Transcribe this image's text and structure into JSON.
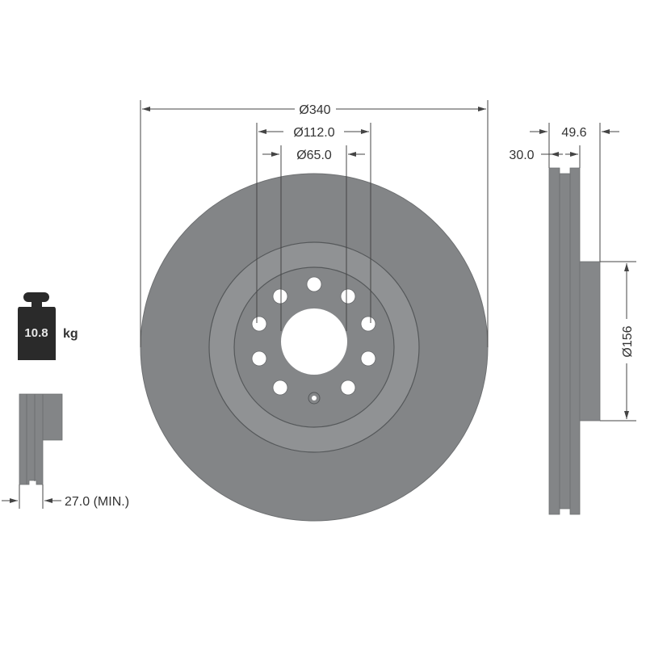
{
  "drawing": {
    "title": "Brake disc technical drawing",
    "colors": {
      "disc": "#838587",
      "hat_ring": "#909294",
      "hub": "#848688",
      "outline": "#55585a",
      "dimension_line": "#444444",
      "weight_icon": "#2a2a2a",
      "background": "#ffffff"
    },
    "dimensions": {
      "outer_diameter": "Ø340",
      "pcd": "Ø112.0",
      "center_bore": "Ø65.0",
      "hat_diameter": "Ø156",
      "overall_height": "49.6",
      "thickness": "30.0",
      "min_thickness": "27.0 (MIN.)"
    },
    "weight": {
      "value": "10.8",
      "unit": "kg",
      "icon": "weight-icon"
    },
    "bolt_holes": {
      "count": 10,
      "icon": "bolt-hole-icon"
    }
  }
}
